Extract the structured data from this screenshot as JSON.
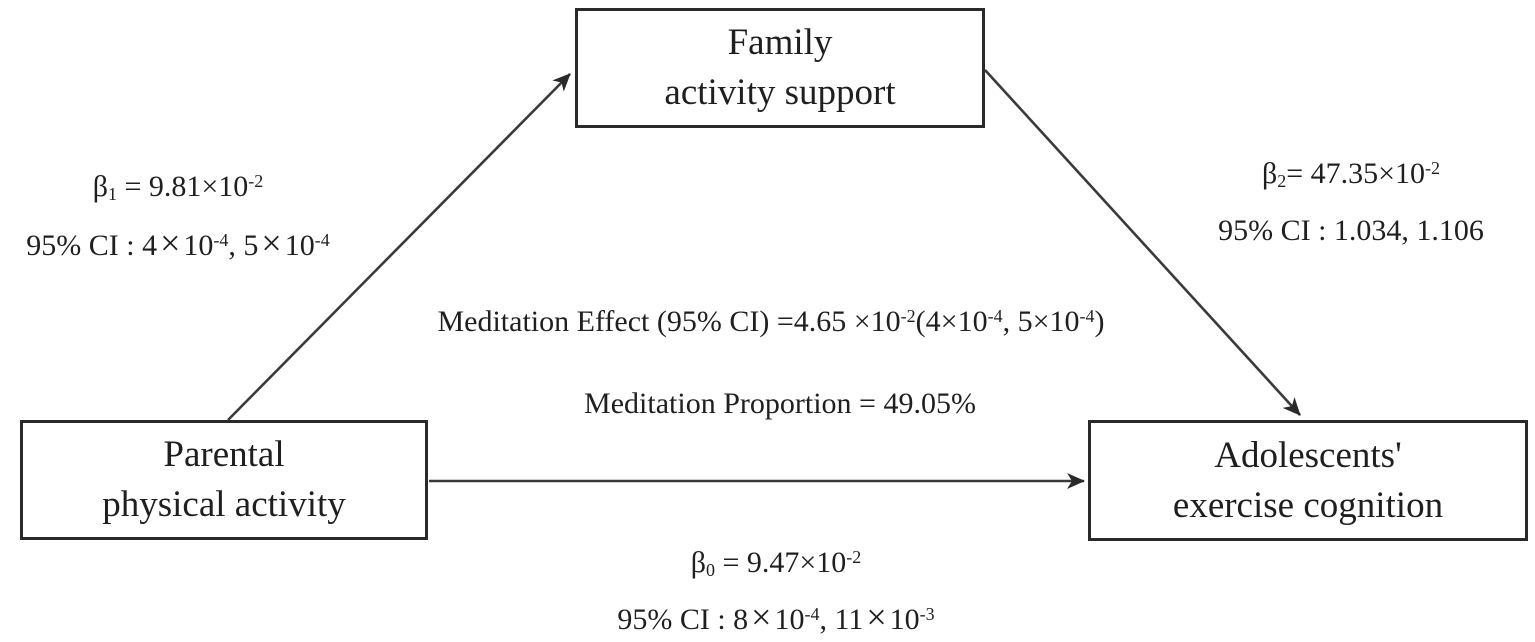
{
  "colors": {
    "ink": "#1f1f1f",
    "line": "#3a3a3a",
    "box_border": "#2a2a2a",
    "background": "#ffffff"
  },
  "diagram": {
    "boxes": {
      "mediator": {
        "line1": "Family",
        "line2": "activity support"
      },
      "predictor": {
        "line1": "Parental",
        "line2": "physical activity"
      },
      "outcome": {
        "line1": "Adolescents'",
        "line2": "exercise cognition"
      }
    },
    "labels": {
      "path_a_beta": [
        {
          "t": "β"
        },
        {
          "t": "1",
          "s": "sub"
        },
        {
          "t": " = 9.81×10"
        },
        {
          "t": "-2",
          "s": "sup"
        }
      ],
      "path_a_ci": [
        {
          "t": "95% CI : 4"
        },
        {
          "t": "×",
          "s": "bigx"
        },
        {
          "t": "10"
        },
        {
          "t": "-4",
          "s": "sup"
        },
        {
          "t": ", 5"
        },
        {
          "t": "×",
          "s": "bigx"
        },
        {
          "t": "10"
        },
        {
          "t": "-4",
          "s": "sup"
        }
      ],
      "path_b_beta": [
        {
          "t": "β"
        },
        {
          "t": "2",
          "s": "sub"
        },
        {
          "t": "= 47.35×10"
        },
        {
          "t": "-2",
          "s": "sup"
        }
      ],
      "path_b_ci": "95% CI : 1.034, 1.106",
      "mediation_effect": [
        {
          "t": "Meditation Effect (95% CI) =4.65 ×10"
        },
        {
          "t": "-2",
          "s": "sup"
        },
        {
          "t": "(4×10"
        },
        {
          "t": "-4",
          "s": "sup"
        },
        {
          "t": ", 5×10"
        },
        {
          "t": "-4",
          "s": "sup"
        },
        {
          "t": ")"
        }
      ],
      "mediation_proportion": "Meditation Proportion = 49.05%",
      "path_c_beta": [
        {
          "t": "β"
        },
        {
          "t": "0",
          "s": "sub"
        },
        {
          "t": " = 9.47×10"
        },
        {
          "t": "-2",
          "s": "sup"
        }
      ],
      "path_c_ci": [
        {
          "t": "95% CI : 8"
        },
        {
          "t": "×",
          "s": "bigx"
        },
        {
          "t": "10"
        },
        {
          "t": "-4",
          "s": "sup"
        },
        {
          "t": ", 11"
        },
        {
          "t": "×",
          "s": "bigx"
        },
        {
          "t": "10"
        },
        {
          "t": "-3",
          "s": "sup"
        }
      ]
    }
  }
}
